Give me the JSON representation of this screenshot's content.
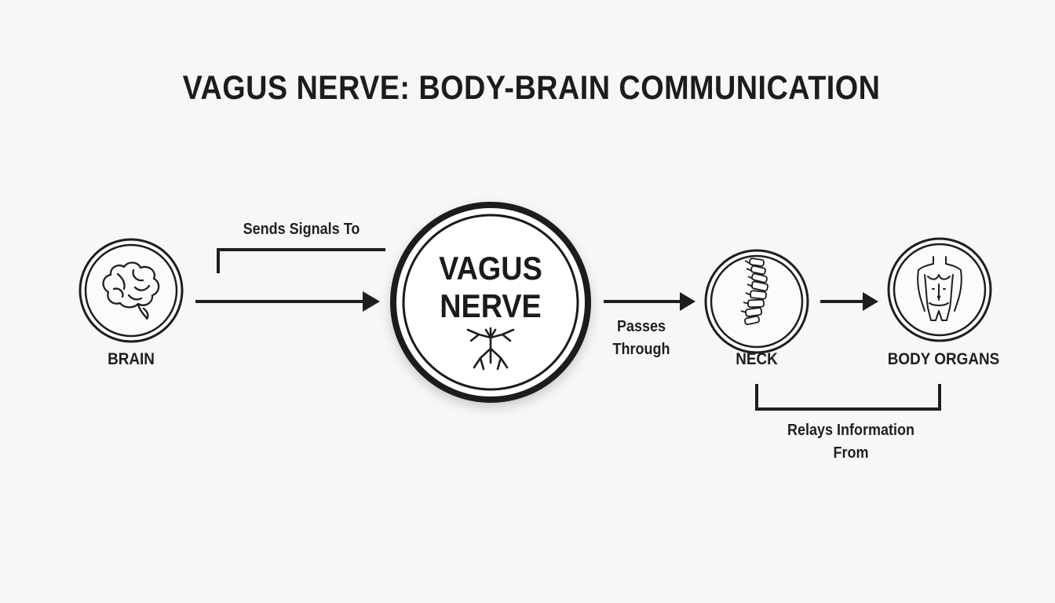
{
  "title": "VAGUS NERVE: BODY-BRAIN COMMUNICATION",
  "nodes": {
    "brain": {
      "label": "BRAIN",
      "icon": "brain-icon"
    },
    "vagus": {
      "line1": "VAGUS",
      "line2": "NERVE",
      "icon": "nerve-branch-icon"
    },
    "neck": {
      "label": "NECK",
      "icon": "spine-icon"
    },
    "body": {
      "label": "BODY ORGANS",
      "icon": "torso-icon"
    }
  },
  "edges": {
    "sends": "Sends Signals To",
    "passes_line1": "Passes",
    "passes_line2": "Through",
    "relays_line1": "Relays Information",
    "relays_line2": "From"
  },
  "colors": {
    "background": "#f7f7f7",
    "stroke": "#1e1e1e"
  }
}
